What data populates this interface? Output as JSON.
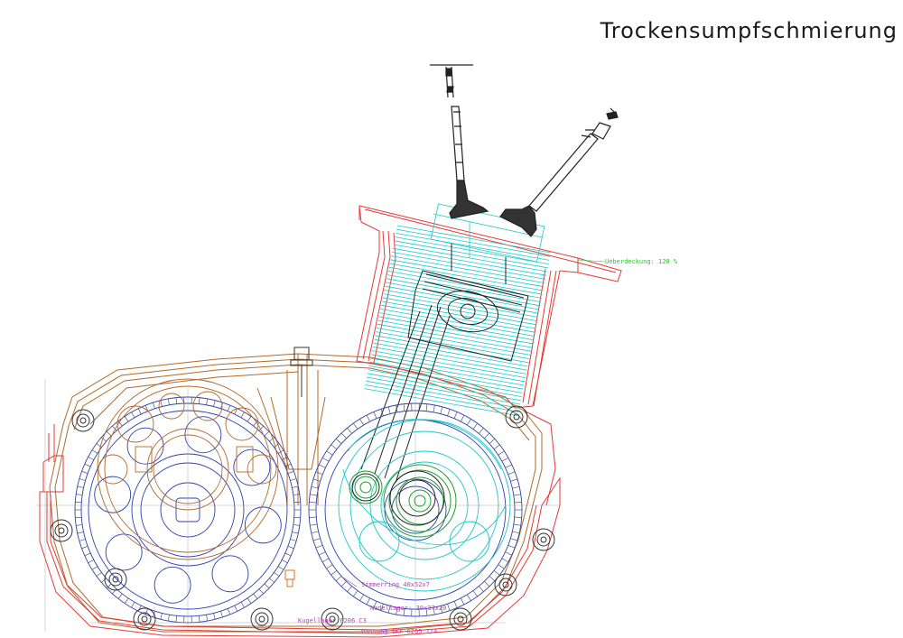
{
  "page": {
    "title": "Trockensumpfschmierung"
  },
  "drawing": {
    "subject": "engine-crankcase-cross-section",
    "labels": {
      "cylinder_note": "Ueberdeckung: 120 %",
      "seal_note": "Simmerring 40x52x7",
      "bearing_note_1": "Nadellager: 30x37x20",
      "bearing_note_2": "Kugellager 6206 C3",
      "bearing_note_3": "Passung SKF 6205 1/4"
    },
    "colors": {
      "cylinder": "#e53935",
      "casing": "#b06a2a",
      "gears": "#2f3fb0",
      "piston_area": "#1ec8c8",
      "crank_green": "#1a9e2a",
      "notes_magenta": "#c03ac0",
      "dim_green": "#22cc22",
      "ink": "#222222"
    }
  }
}
